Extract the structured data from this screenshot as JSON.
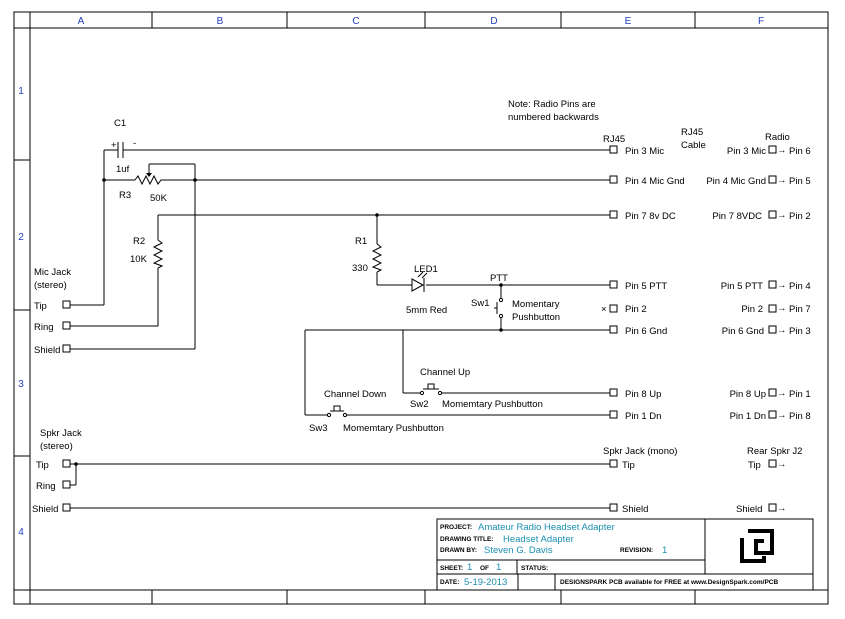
{
  "zones": {
    "cols": [
      "A",
      "B",
      "C",
      "D",
      "E",
      "F"
    ],
    "rows": [
      "1",
      "2",
      "3",
      "4"
    ]
  },
  "notes": {
    "radio_pins_line1": "Note: Radio Pins are",
    "radio_pins_line2": "numbered backwards"
  },
  "headers": {
    "rj45": "RJ45",
    "rj45_cable_line1": "RJ45",
    "rj45_cable_line2": "Cable",
    "radio": "Radio"
  },
  "components": {
    "c1": {
      "ref": "C1",
      "value": "1uf",
      "plus": "+",
      "minus": "-"
    },
    "r3": {
      "ref": "R3",
      "value": "50K"
    },
    "r2": {
      "ref": "R2",
      "value": "10K"
    },
    "r1": {
      "ref": "R1",
      "value": "330"
    },
    "led1": {
      "ref": "LED1",
      "value": "5mm Red"
    },
    "sw1": {
      "ref": "Sw1",
      "name": "PTT",
      "desc_line1": "Momentary",
      "desc_line2": "Pushbutton"
    },
    "sw2": {
      "ref": "Sw2",
      "name": "Channel Up",
      "desc": "Momemtary Pushbutton"
    },
    "sw3": {
      "ref": "Sw3",
      "name": "Channel Down",
      "desc": "Momemtary Pushbutton"
    }
  },
  "mic_jack": {
    "title_line1": "Mic Jack",
    "title_line2": "(stereo)",
    "tip": "Tip",
    "ring": "Ring",
    "shield": "Shield"
  },
  "spkr_jack": {
    "title_line1": "Spkr Jack",
    "title_line2": "(stereo)",
    "tip": "Tip",
    "ring": "Ring",
    "shield": "Shield"
  },
  "rj45_pins": {
    "pin3": "Pin 3 Mic",
    "pin4": "Pin 4 Mic Gnd",
    "pin7": "Pin 7  8v DC",
    "pin5": "Pin 5 PTT",
    "pin2": "Pin 2",
    "pin6": "Pin 6 Gnd",
    "pin8": "Pin 8 Up",
    "pin1": "Pin 1 Dn"
  },
  "cable_pins": {
    "pin3": "Pin 3 Mic",
    "pin4": "Pin 4 Mic Gnd",
    "pin7": "Pin 7  8VDC",
    "pin5": "Pin 5 PTT",
    "pin2": "Pin 2",
    "pin6": "Pin 6 Gnd",
    "pin8": "Pin 8 Up",
    "pin1": "Pin 1 Dn"
  },
  "radio_pins": {
    "pin3": "Pin 6",
    "pin4": "Pin 5",
    "pin7": "Pin 2",
    "pin5": "Pin 4",
    "pin2": "Pin 7",
    "pin6": "Pin 3",
    "pin8": "Pin 1",
    "pin1": "Pin 8"
  },
  "spkr_mono": {
    "title": "Spkr Jack (mono)",
    "tip": "Tip",
    "shield": "Shield"
  },
  "rear_spkr": {
    "title": "Rear Spkr J2",
    "tip": "Tip",
    "shield": "Shield"
  },
  "title_block": {
    "project_label": "PROJECT:",
    "project_value": "Amateur Radio Headset Adapter",
    "drawing_title_label": "DRAWING TITLE:",
    "drawing_title_value": "Headset Adapter",
    "drawn_by_label": "DRAWN BY:",
    "drawn_by_value": "Steven G. Davis",
    "revision_label": "REVISION:",
    "revision_value": "1",
    "sheet_label": "SHEET:",
    "sheet_value": "1",
    "of_label": "OF",
    "of_value": "1",
    "status_label": "STATUS:",
    "date_label": "DATE:",
    "date_value": "5-19-2013",
    "footer": "DESIGNSPARK PCB available for FREE at www.DesignSpark.com/PCB"
  }
}
